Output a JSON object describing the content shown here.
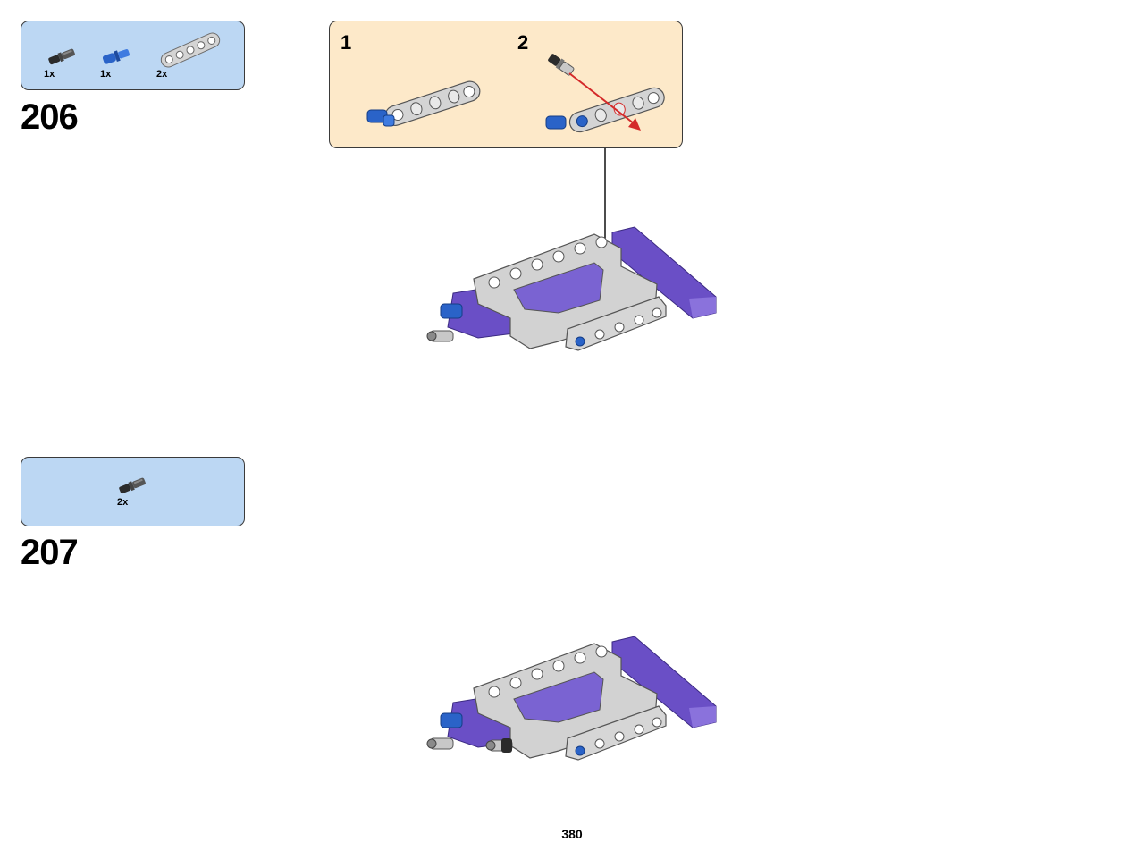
{
  "steps": [
    {
      "number": "206",
      "parts": [
        {
          "qty": "1x",
          "icon": "black-axle-pin-icon"
        },
        {
          "qty": "1x",
          "icon": "blue-axle-pin-icon"
        },
        {
          "qty": "2x",
          "icon": "grey-liftarm-5-icon"
        }
      ],
      "substeps": [
        "1",
        "2"
      ]
    },
    {
      "number": "207",
      "parts": [
        {
          "qty": "2x",
          "icon": "black-axle-pin-icon"
        }
      ]
    }
  ],
  "page_number": "380",
  "colors": {
    "parts_box": "#bcd7f3",
    "substep_box": "#fde9c9",
    "liftarm_grey": "#d4d4d4",
    "frame_purple": "#6a4fc6",
    "pin_blue": "#2a63c8",
    "arrow_red": "#d42a2a"
  }
}
